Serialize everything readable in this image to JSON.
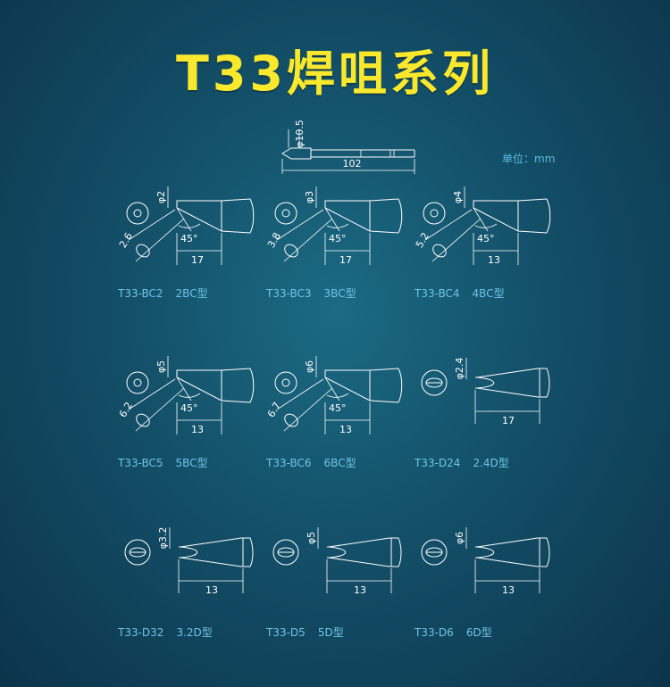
{
  "title": "T33焊咀系列",
  "colors": {
    "title": "#f9e82c",
    "caption": "#6ec4e6",
    "line": "#ffffff"
  },
  "unit": "单位：mm",
  "overview": {
    "diameter": "φ10.5",
    "length": "102"
  },
  "tips": [
    {
      "code": "T33-BC2",
      "model": "2BC型",
      "shape": "bevel",
      "dia": "φ2",
      "face": "2.6",
      "angle": "45°",
      "len": "17"
    },
    {
      "code": "T33-BC3",
      "model": "3BC型",
      "shape": "bevel",
      "dia": "φ3",
      "face": "3.8",
      "angle": "45°",
      "len": "17"
    },
    {
      "code": "T33-BC4",
      "model": "4BC型",
      "shape": "bevel",
      "dia": "φ4",
      "face": "5.2",
      "angle": "45°",
      "len": "13"
    },
    {
      "code": "T33-BC5",
      "model": "5BC型",
      "shape": "bevel",
      "dia": "φ5",
      "face": "6.2",
      "angle": "45°",
      "len": "13"
    },
    {
      "code": "T33-BC6",
      "model": "6BC型",
      "shape": "bevel",
      "dia": "φ6",
      "face": "6.7",
      "angle": "45°",
      "len": "13"
    },
    {
      "code": "T33-D24",
      "model": "2.4D型",
      "shape": "chisel",
      "dia": "φ2.4",
      "len": "17"
    },
    {
      "code": "T33-D32",
      "model": "3.2D型",
      "shape": "chisel",
      "dia": "φ3.2",
      "len": "13"
    },
    {
      "code": "T33-D5",
      "model": "5D型",
      "shape": "chisel",
      "dia": "φ5",
      "len": "13"
    },
    {
      "code": "T33-D6",
      "model": "6D型",
      "shape": "chisel",
      "dia": "φ6",
      "len": "13"
    }
  ]
}
